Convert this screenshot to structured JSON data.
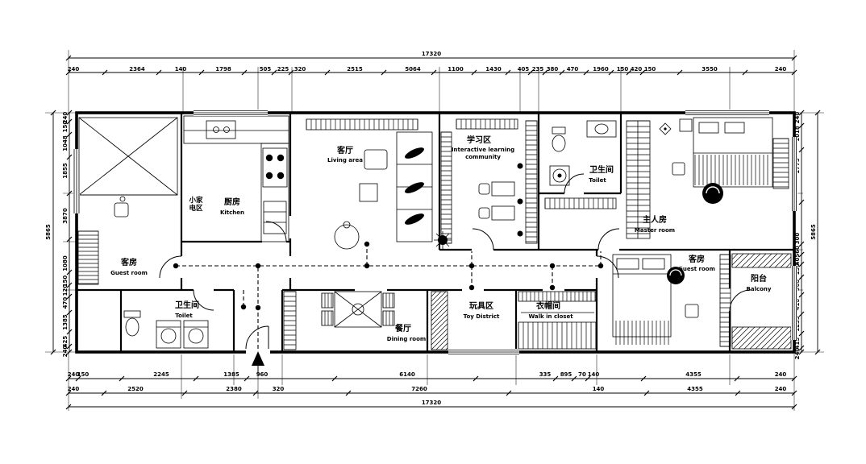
{
  "rooms": {
    "living": {
      "zh": "客厅",
      "en": "Living area"
    },
    "study": {
      "zh": "学习区",
      "en1": "Interactive learning",
      "en2": "community"
    },
    "toilet_top": {
      "zh": "卫生间",
      "en": "Toilet"
    },
    "master": {
      "zh": "主人房",
      "en": "Master room"
    },
    "kitchen": {
      "zh": "厨房",
      "en": "Kitchen"
    },
    "appliance": {
      "zh1": "小家",
      "zh2": "电区"
    },
    "guest_left": {
      "zh": "客房",
      "en": "Guest room"
    },
    "toilet_bottom": {
      "zh": "卫生间",
      "en": "Toilet"
    },
    "dining": {
      "zh": "餐厅",
      "en": "Dining room"
    },
    "toy": {
      "zh": "玩具区",
      "en": "Toy District"
    },
    "closet": {
      "zh": "衣帽间",
      "en": "Walk in closet"
    },
    "guest_right": {
      "zh": "客房",
      "en": "Guest room"
    },
    "balcony": {
      "zh": "阳台",
      "en": "Balcony"
    }
  },
  "dims": {
    "top_total": "17320",
    "bottom_total": "17320",
    "left_total": "5865",
    "right_total": "5865",
    "top_row": [
      "240",
      "2364",
      "140",
      "1798",
      "505",
      "225",
      "320",
      "2515",
      "5064",
      "1100",
      "1430",
      "405",
      "235",
      "380",
      "470",
      "1960",
      "150",
      "420",
      "150",
      "3550",
      "240"
    ],
    "left_col": [
      "240",
      "150",
      "1048",
      "1855",
      "3870",
      "1080",
      "150",
      "120",
      "470",
      "1385",
      "425",
      "240"
    ],
    "right_col": [
      "240",
      "1018",
      "1775",
      "300",
      "60",
      "405",
      "150",
      "960",
      "410",
      "1235",
      "415",
      "240"
    ],
    "bottom_row1": [
      "240",
      "150",
      "2245",
      "1385",
      "960",
      "6140",
      "335",
      "895",
      "70",
      "140",
      "4355",
      "240"
    ],
    "bottom_row2": [
      "240",
      "2520",
      "2380",
      "320",
      "7260",
      "140",
      "4355",
      "240"
    ]
  },
  "colors": {
    "line": "#000000",
    "background": "#ffffff"
  }
}
